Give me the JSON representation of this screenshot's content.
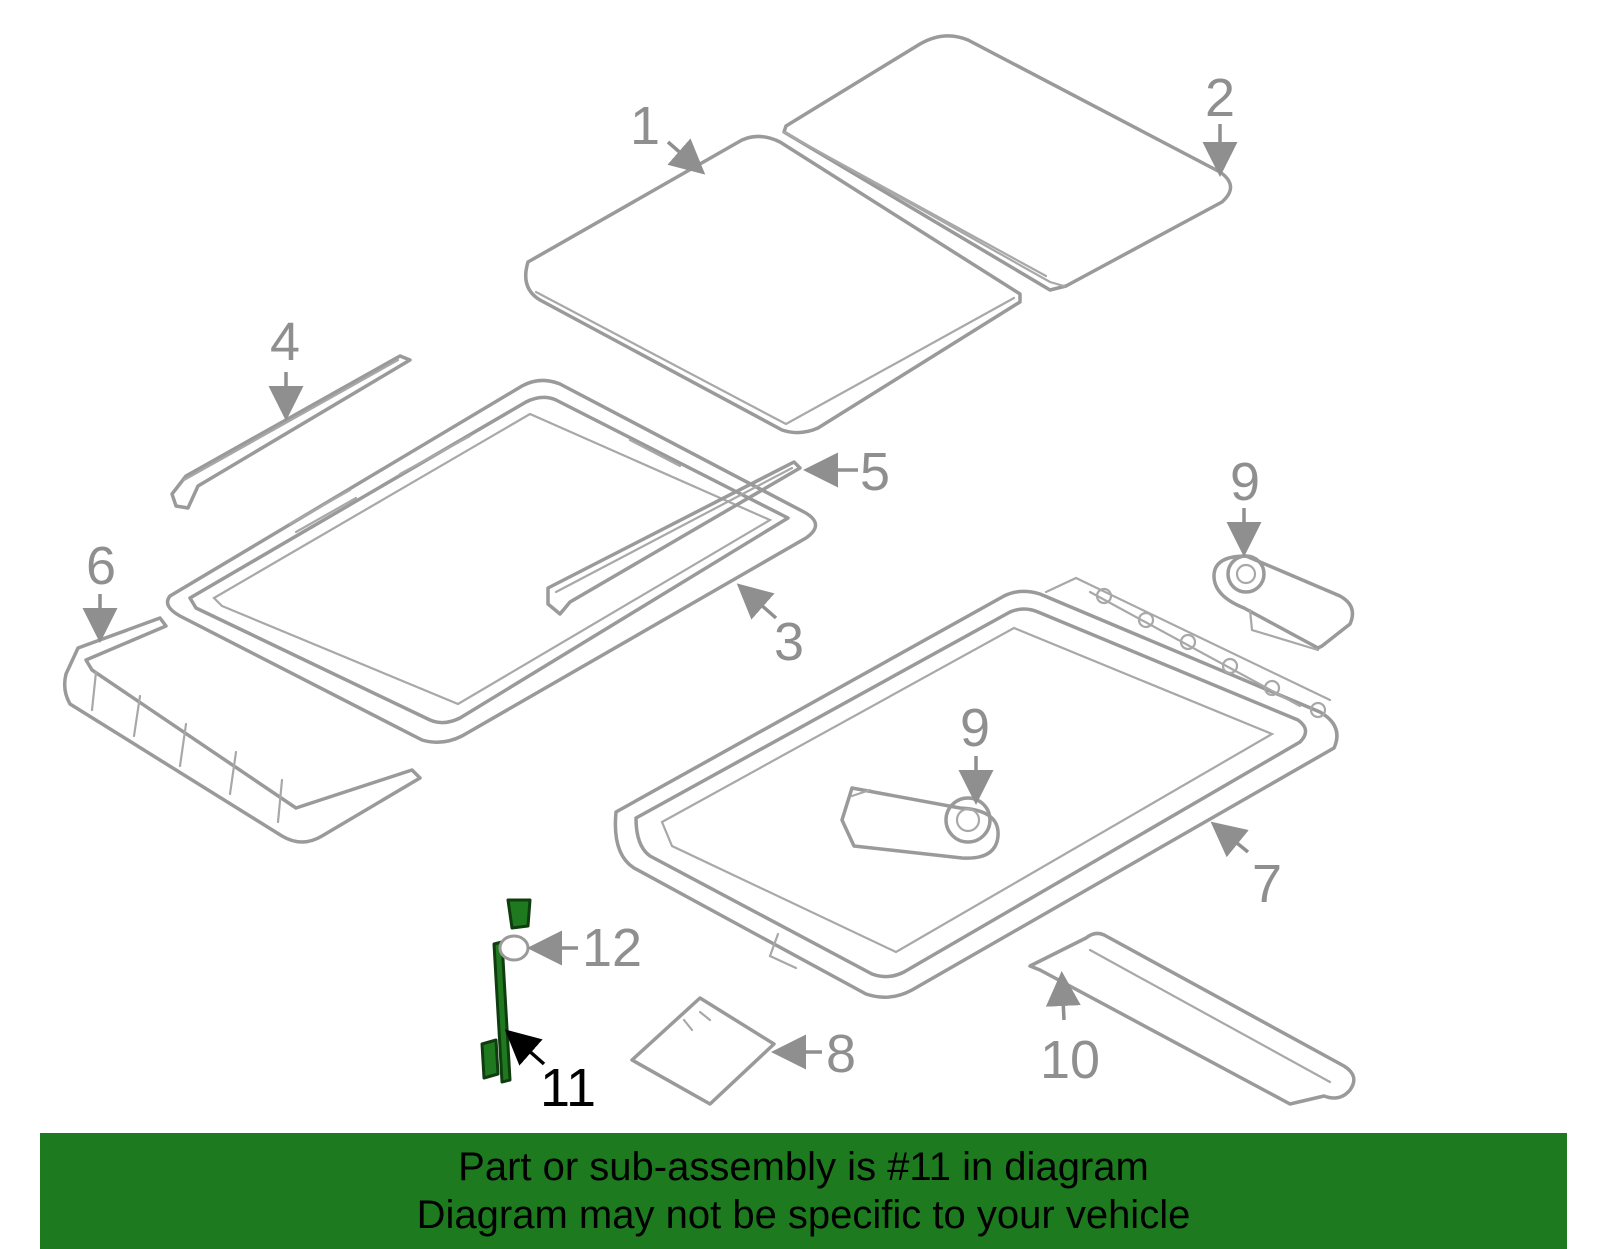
{
  "callouts": {
    "c1": "1",
    "c2": "2",
    "c3": "3",
    "c4": "4",
    "c5": "5",
    "c6": "6",
    "c7": "7",
    "c8": "8",
    "c9a": "9",
    "c9b": "9",
    "c10": "10",
    "c11": "11",
    "c12": "12"
  },
  "highlighted_part": "11",
  "colors": {
    "line_gray": "#9a9a9a",
    "highlight_green": "#1e7a1e",
    "highlight_text": "#000000"
  },
  "banner": {
    "line1": "Part or sub-assembly is #11 in diagram",
    "line2": "Diagram may not be specific to your vehicle"
  }
}
